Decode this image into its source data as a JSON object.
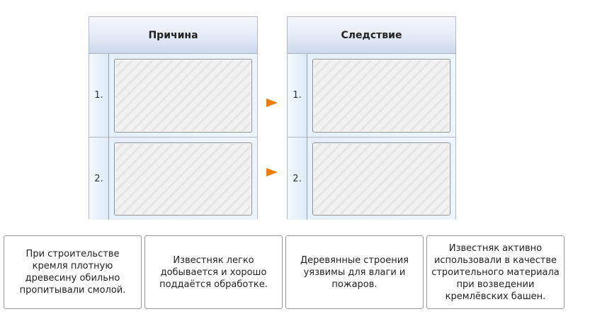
{
  "tables": {
    "cause": {
      "header": "Причина",
      "rows": [
        {
          "number": "1."
        },
        {
          "number": "2."
        }
      ]
    },
    "effect": {
      "header": "Следствие",
      "rows": [
        {
          "number": "1."
        },
        {
          "number": "2."
        }
      ]
    }
  },
  "arrow_color": "#f07d0a",
  "cards": [
    {
      "text": "При строительстве кремля плотную древесину обильно пропитывали смолой."
    },
    {
      "text": "Известняк легко добывается и хорошо поддаётся обработке."
    },
    {
      "text": "Деревянные строения уязвимы для влаги и пожаров."
    },
    {
      "text": "Известняк активно использовали в качестве строительного материала при возведении кремлёвских башен."
    }
  ]
}
